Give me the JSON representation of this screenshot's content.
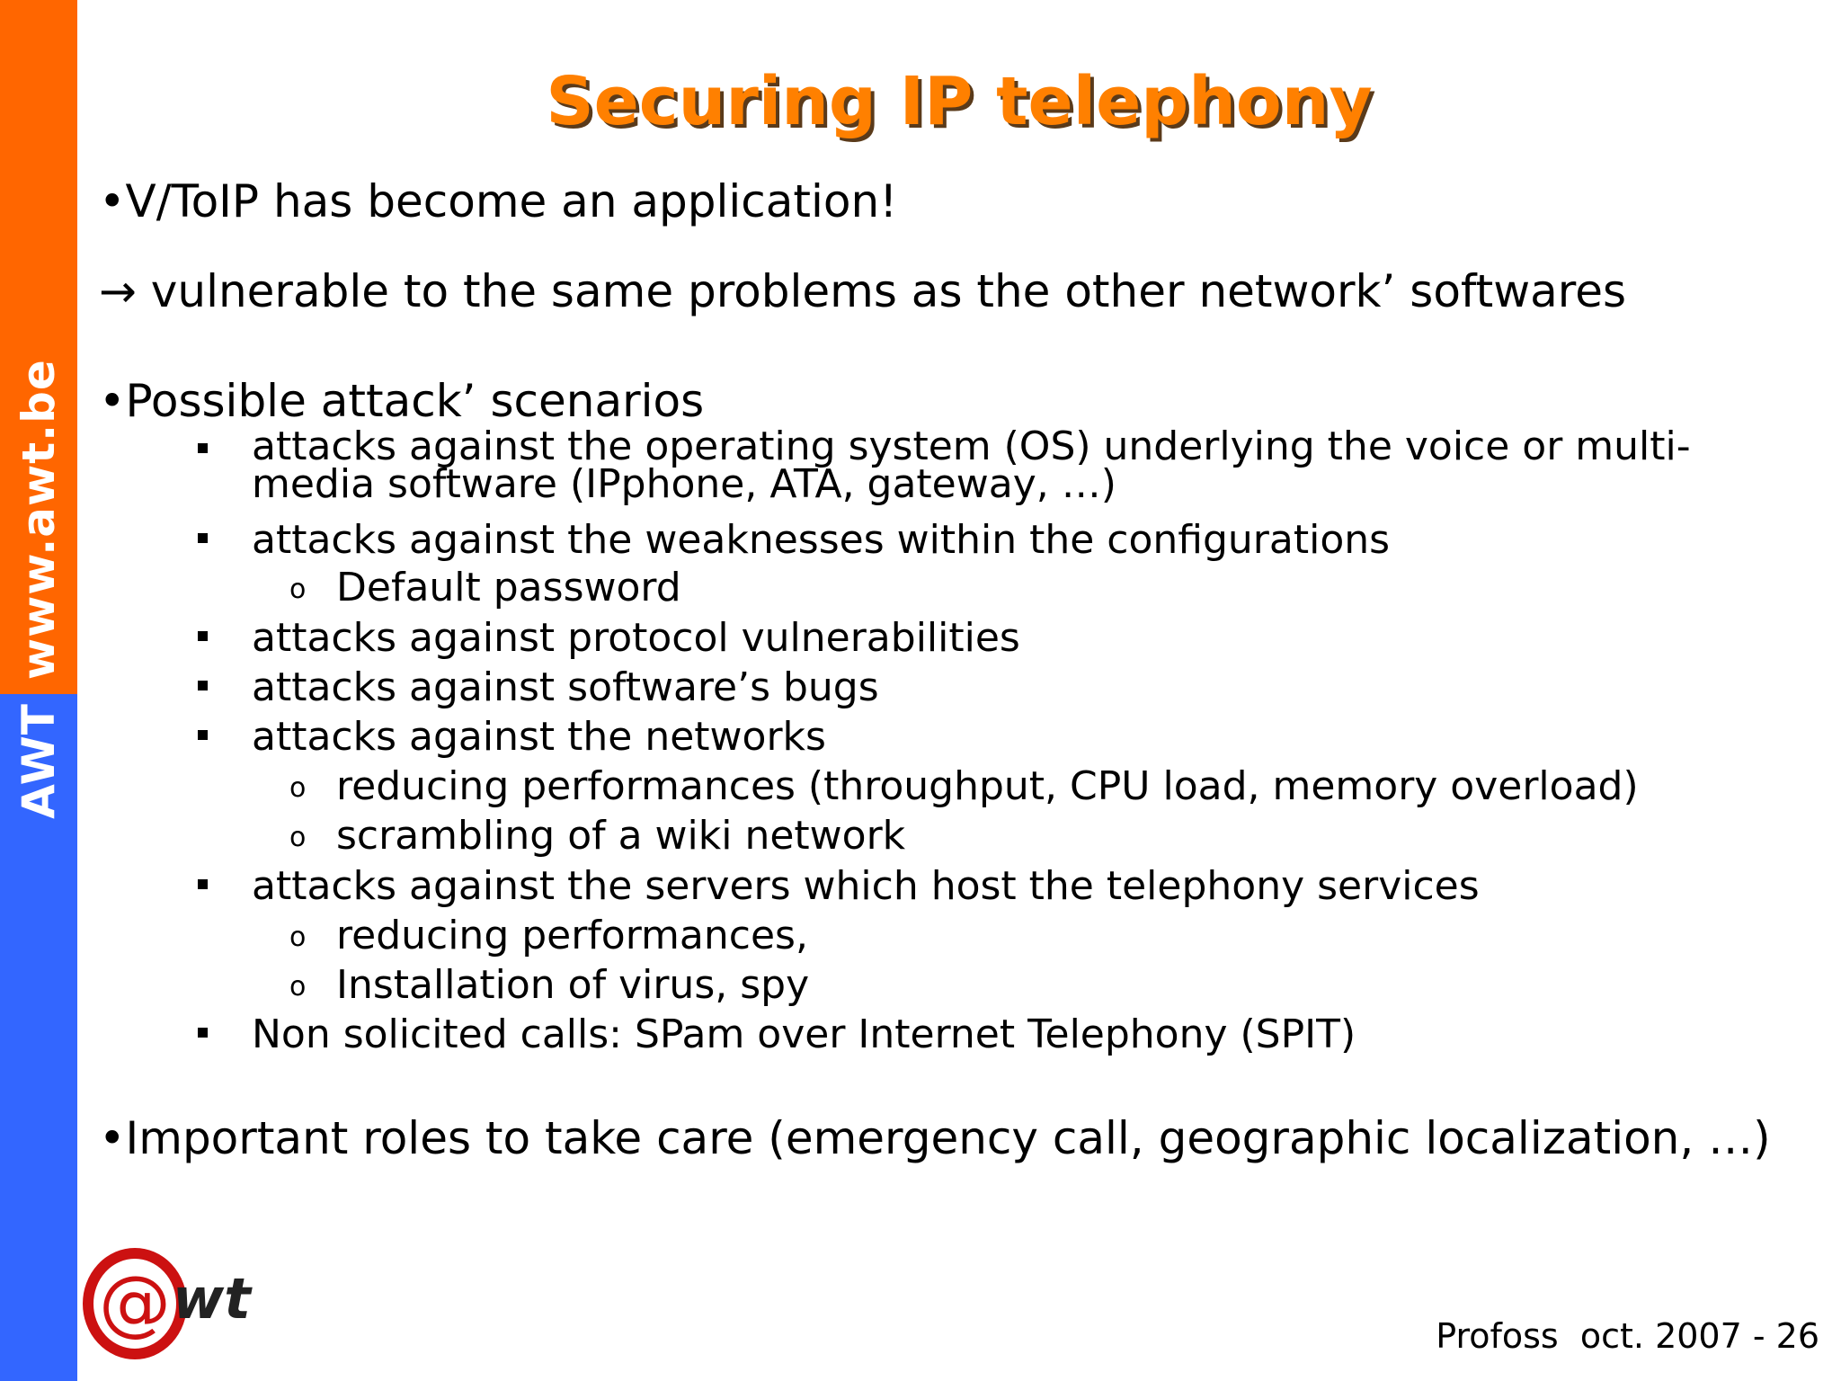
{
  "sidebar": {
    "brand": "AWT",
    "url": "www.awt.be"
  },
  "slide": {
    "title": "Securing IP telephony",
    "intro": "•V/ToIP has become an application!",
    "consequence": "→ vulnerable to the same problems as the other network’ softwares",
    "scenarios_heading": "•Possible attack’ scenarios",
    "items": [
      {
        "text_line1": "attacks against the operating system (OS) underlying the voice or multi-",
        "text_line2": "media software (IPphone, ATA, gateway, …)"
      },
      {
        "text": "attacks against the weaknesses within the configurations",
        "sub": [
          "Default password"
        ]
      },
      {
        "text": "attacks against protocol vulnerabilities"
      },
      {
        "text": "attacks against software’s bugs"
      },
      {
        "text": "attacks against the networks",
        "sub": [
          "reducing performances (throughput, CPU load, memory overload)",
          "scrambling of a wiki network"
        ]
      },
      {
        "text": "attacks against the servers which host the telephony services",
        "sub": [
          "reducing performances,",
          "Installation of virus, spy"
        ]
      },
      {
        "text": "Non solicited calls: SPam over Internet Telephony (SPIT)"
      }
    ],
    "closing": "•Important roles to take care (emergency call, geographic localization, …)",
    "sub_bullet_glyph": "o"
  },
  "footer": {
    "text": "Profoss  oct. 2007 - 26"
  },
  "logo": {
    "at": "@",
    "text": "wt"
  },
  "colors": {
    "band_top": "#ff6600",
    "band_bottom": "#3366ff",
    "title": "#ff8000",
    "logo_red": "#cc1111"
  }
}
